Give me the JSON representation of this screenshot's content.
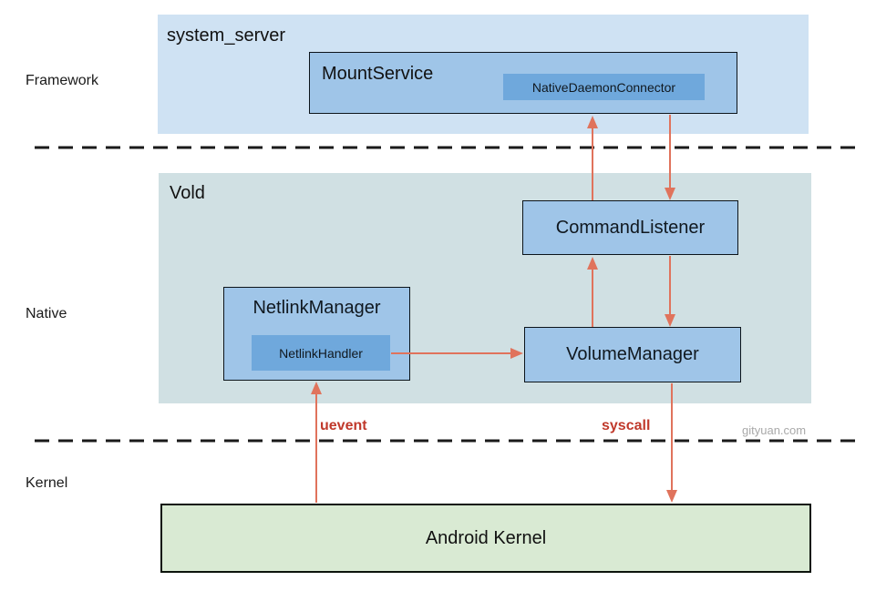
{
  "layer_labels": {
    "framework": "Framework",
    "native": "Native",
    "kernel": "Kernel"
  },
  "framework_layer": {
    "container_title": "system_server",
    "mount_service_label": "MountService",
    "native_daemon_connector_label": "NativeDaemonConnector"
  },
  "native_layer": {
    "container_title": "Vold",
    "command_listener_label": "CommandListener",
    "netlink_manager_label": "NetlinkManager",
    "netlink_handler_label": "NetlinkHandler",
    "volume_manager_label": "VolumeManager"
  },
  "kernel_layer": {
    "android_kernel_label": "Android Kernel"
  },
  "flow_labels": {
    "uevent": "uevent",
    "syscall": "syscall"
  },
  "watermark": "gityuan.com",
  "colors": {
    "framework_container_bg": "#cfe2f3",
    "native_container_bg": "#d0e0e3",
    "component_box_bg": "#9fc5e8",
    "inner_box_bg": "#6fa8dc",
    "kernel_box_bg": "#d9ead3",
    "box_border": "#000000",
    "arrow": "#e0735c",
    "flow_label_text": "#c0392b",
    "watermark_text": "#a9a9a9",
    "dashed_separator": "#1a1a1a"
  }
}
